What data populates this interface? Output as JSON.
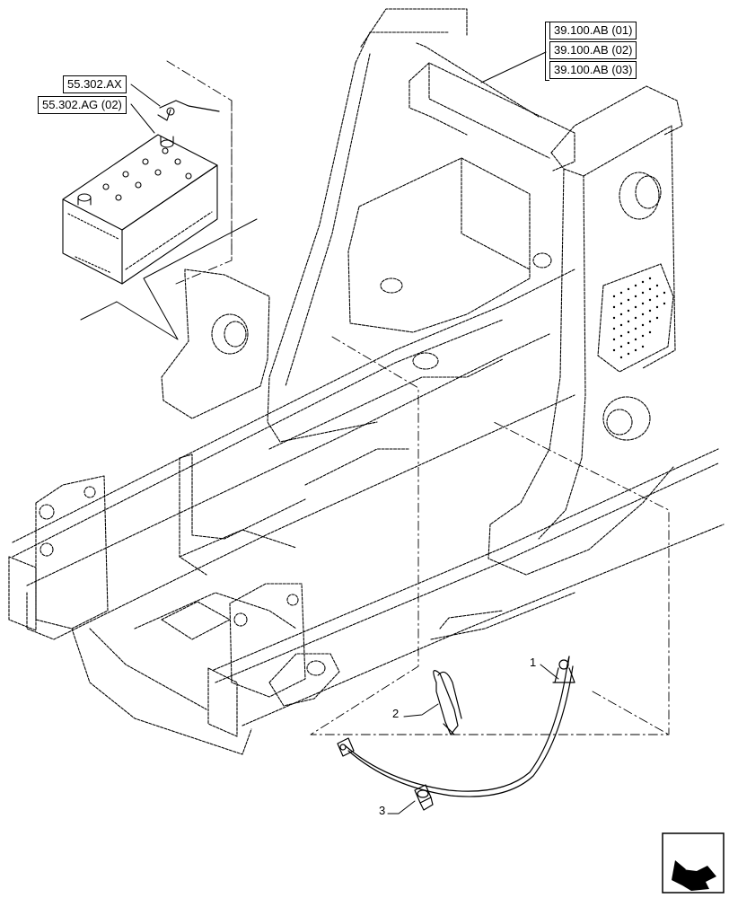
{
  "references": {
    "ref_55_302_ax": "55.302.AX",
    "ref_55_302_ag": "55.302.AG (02)",
    "ref_39_100_ab_01": "39.100.AB (01)",
    "ref_39_100_ab_02": "39.100.AB (02)",
    "ref_39_100_ab_03": "39.100.AB (03)"
  },
  "callouts": {
    "item_1": "1",
    "item_2": "2",
    "item_3": "3"
  },
  "icons": {
    "navigation": "arrow-back-icon"
  },
  "colors": {
    "line": "#000000",
    "background": "#ffffff"
  }
}
